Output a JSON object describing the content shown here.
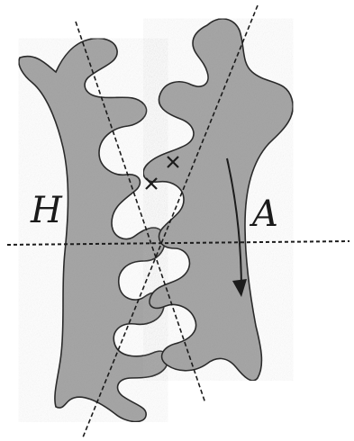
{
  "figure": {
    "labels": {
      "left": "H",
      "right": "A"
    },
    "colors": {
      "shape_fill": "#a7a7a7",
      "outline": "#2a2a2a",
      "axis_lines": "#1c1c1c",
      "background": "#ffffff"
    },
    "icons": [
      "cross-mark",
      "arrow-down"
    ]
  }
}
